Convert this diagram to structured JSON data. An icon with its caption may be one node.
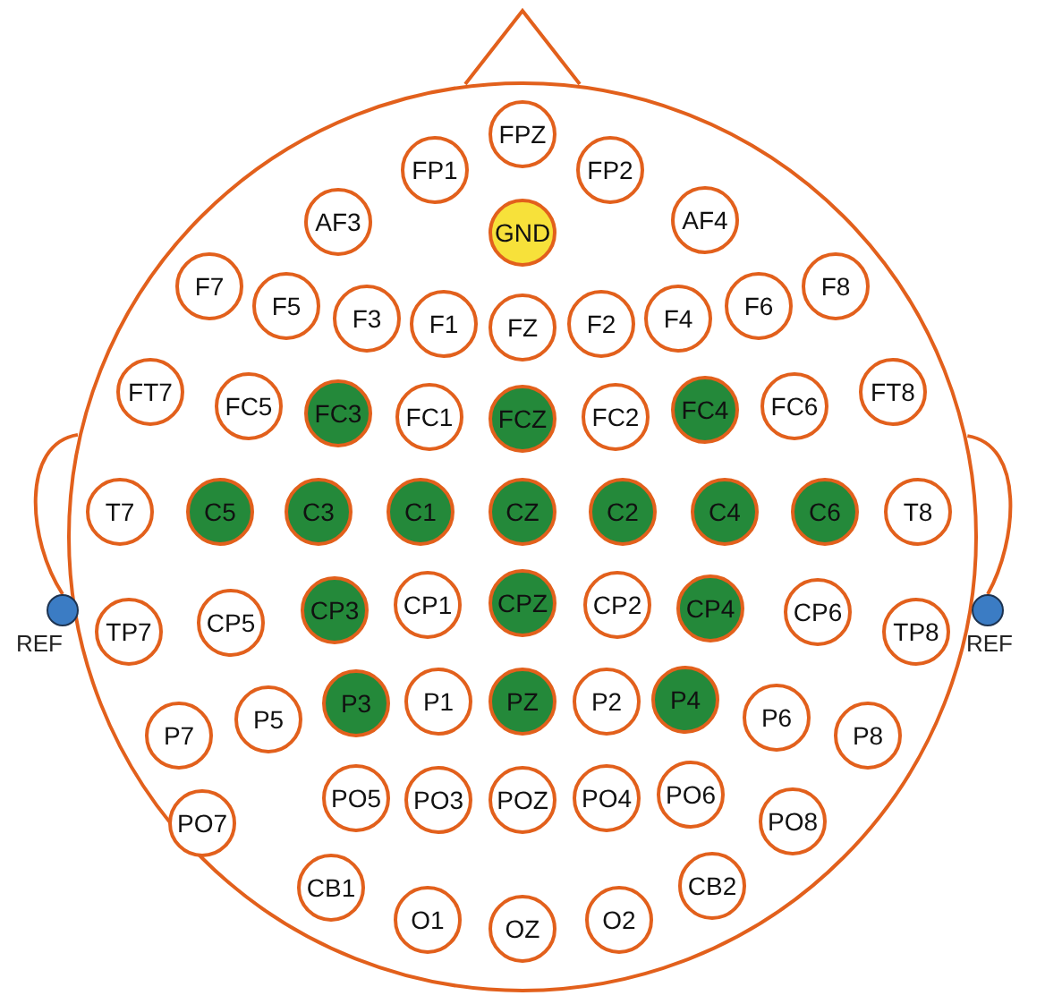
{
  "diagram": {
    "nodes": [
      {
        "text": [],
        "shape": "circle"
      },
      {
        "text": [
          "FPZ"
        ],
        "in": 0
      },
      {
        "text": [
          "FP1"
        ],
        "in": 0
      },
      {
        "text": [
          "FP2"
        ],
        "in": 0
      },
      {
        "text": [
          "AF3"
        ],
        "in": 0
      },
      {
        "text": [
          "GND"
        ],
        "in": 0
      },
      {
        "text": [
          "AF4"
        ],
        "in": 0
      },
      {
        "text": [
          "F7"
        ],
        "in": 0
      },
      {
        "text": [
          "F5"
        ],
        "in": 0
      },
      {
        "text": [
          "F3"
        ],
        "in": 0
      },
      {
        "text": [
          "F1"
        ],
        "in": 0
      },
      {
        "text": [
          "FZ"
        ],
        "in": 0
      },
      {
        "text": [
          "F2"
        ],
        "in": 0
      },
      {
        "text": [
          "F4"
        ],
        "in": 0
      },
      {
        "text": [
          "F6"
        ],
        "in": 0
      },
      {
        "text": [
          "F8"
        ],
        "in": 0
      },
      {
        "text": [
          "FT7"
        ],
        "in": 0
      },
      {
        "text": [
          "FC5"
        ],
        "in": 0
      },
      {
        "text": [
          "FC3"
        ],
        "in": 0
      },
      {
        "text": [
          "FC1"
        ],
        "in": 0
      },
      {
        "text": [
          "FCZ"
        ],
        "in": 0
      },
      {
        "text": [
          "FC2"
        ],
        "in": 0
      },
      {
        "text": [
          "FC4"
        ],
        "in": 0
      },
      {
        "text": [
          "FC6"
        ],
        "in": 0
      },
      {
        "text": [
          "FT8"
        ],
        "in": 0
      },
      {
        "text": [
          "T7"
        ],
        "in": 0
      },
      {
        "text": [
          "C5"
        ],
        "in": 0
      },
      {
        "text": [
          "C3"
        ],
        "in": 0
      },
      {
        "text": [
          "C1"
        ],
        "in": 0
      },
      {
        "text": [
          "CZ"
        ],
        "in": 0
      },
      {
        "text": [
          "C2"
        ],
        "in": 0
      },
      {
        "text": [
          "C4"
        ],
        "in": 0
      },
      {
        "text": [
          "C6"
        ],
        "in": 0
      },
      {
        "text": [
          "T8"
        ],
        "in": 0
      },
      {
        "text": [
          "TP7"
        ],
        "in": 0
      },
      {
        "text": [
          "CP5"
        ],
        "in": 0
      },
      {
        "text": [
          "CP3"
        ],
        "in": 0
      },
      {
        "text": [
          "CP1"
        ],
        "in": 0
      },
      {
        "text": [
          "CPZ"
        ],
        "in": 0
      },
      {
        "text": [
          "CP2"
        ],
        "in": 0
      },
      {
        "text": [
          "CP4"
        ],
        "in": 0
      },
      {
        "text": [
          "CP6"
        ],
        "in": 0
      },
      {
        "text": [
          "TP8"
        ],
        "in": 0
      },
      {
        "text": [
          "P7"
        ],
        "in": 0
      },
      {
        "text": [
          "P5"
        ],
        "in": 0
      },
      {
        "text": [
          "P3"
        ],
        "in": 0
      },
      {
        "text": [
          "P1"
        ],
        "in": 0
      },
      {
        "text": [
          "PZ"
        ],
        "in": 0
      },
      {
        "text": [
          "P2"
        ],
        "in": 0
      },
      {
        "text": [
          "P4"
        ],
        "in": 0
      },
      {
        "text": [
          "P6"
        ],
        "in": 0
      },
      {
        "text": [
          "P8"
        ],
        "in": 0
      },
      {
        "text": [
          "PO7"
        ],
        "in": 0
      },
      {
        "text": [
          "PO5"
        ],
        "in": 0
      },
      {
        "text": [
          "PO3"
        ],
        "in": 0
      },
      {
        "text": [
          "POZ"
        ],
        "in": 0
      },
      {
        "text": [
          "PO4"
        ],
        "in": 0
      },
      {
        "text": [
          "PO6"
        ],
        "in": 0
      },
      {
        "text": [
          "PO8"
        ],
        "in": 0
      },
      {
        "text": [
          "CB1"
        ],
        "in": 0
      },
      {
        "text": [
          "O1"
        ],
        "in": 0
      },
      {
        "text": [
          "OZ"
        ],
        "in": 0
      },
      {
        "text": [
          "O2"
        ],
        "in": 0
      },
      {
        "text": [
          "CB2"
        ],
        "in": 0
      },
      {
        "text": [],
        "shape": "circle",
        "beside": [
          "REF"
        ]
      },
      {
        "text": [],
        "shape": "circle",
        "beside": [
          "REF"
        ]
      }
    ],
    "edges": [
      {
        "from": 0,
        "to": 64,
        "arrow": "none"
      },
      {
        "from": 0,
        "to": 65,
        "arrow": "none"
      }
    ]
  }
}
